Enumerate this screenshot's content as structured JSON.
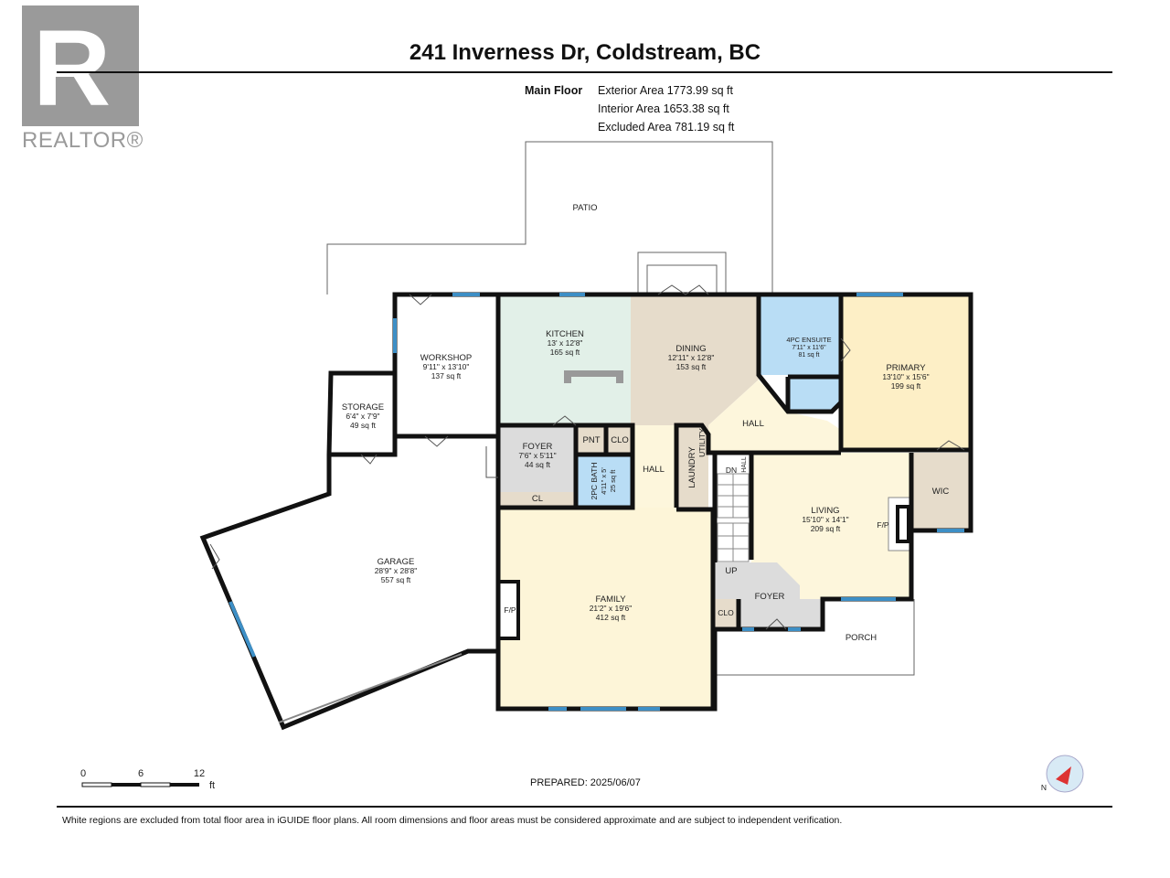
{
  "logo": {
    "letter": "R",
    "wordmark": "REALTOR®"
  },
  "header": {
    "title": "241 Inverness Dr, Coldstream, BC"
  },
  "floor": {
    "name": "Main Floor",
    "exterior_area": "Exterior Area 1773.99 sq ft",
    "interior_area": "Interior Area 1653.38 sq ft",
    "excluded_area": "Excluded Area 781.19 sq ft"
  },
  "rooms": {
    "patio": {
      "name": "PATIO"
    },
    "workshop": {
      "name": "WORKSHOP",
      "dims": "9'11\" x 13'10\"",
      "area": "137 sq ft"
    },
    "storage": {
      "name": "STORAGE",
      "dims": "6'4\" x 7'9\"",
      "area": "49 sq ft"
    },
    "kitchen": {
      "name": "KITCHEN",
      "dims": "13' x 12'8\"",
      "area": "165 sq ft"
    },
    "dining": {
      "name": "DINING",
      "dims": "12'11\" x 12'8\"",
      "area": "153 sq ft"
    },
    "ensuite": {
      "name": "4PC ENSUITE",
      "dims": "7'11\" x 11'6\"",
      "area": "81 sq ft"
    },
    "primary": {
      "name": "PRIMARY",
      "dims": "13'10\" x 15'6\"",
      "area": "199 sq ft"
    },
    "hall_upper": {
      "name": "HALL"
    },
    "foyer_west": {
      "name": "FOYER",
      "dims": "7'6\" x 5'11\"",
      "area": "44 sq ft"
    },
    "pnt": {
      "name": "PNT"
    },
    "clo_upper": {
      "name": "CLO"
    },
    "bath2": {
      "name": "2PC BATH",
      "dims": "4'11\" x 5'",
      "area": "25 sq ft"
    },
    "cl": {
      "name": "CL"
    },
    "hall_mid": {
      "name": "HALL"
    },
    "laundry": {
      "name": "LAUNDRY"
    },
    "utility": {
      "name": "UTILITY"
    },
    "dn": {
      "name": "DN"
    },
    "hall_small": {
      "name": "HALL"
    },
    "up": {
      "name": "UP"
    },
    "living": {
      "name": "LIVING",
      "dims": "15'10\" x 14'1\"",
      "area": "209 sq ft"
    },
    "fp_living": {
      "name": "F/P"
    },
    "wic": {
      "name": "WIC"
    },
    "garage": {
      "name": "GARAGE",
      "dims": "28'9\" x 28'8\"",
      "area": "557 sq ft"
    },
    "family": {
      "name": "FAMILY",
      "dims": "21'2\" x 19'6\"",
      "area": "412 sq ft"
    },
    "fp_family": {
      "name": "F/P"
    },
    "foyer_east": {
      "name": "FOYER"
    },
    "clo_lower": {
      "name": "CLO"
    },
    "porch": {
      "name": "PORCH"
    }
  },
  "scale": {
    "ticks": [
      "0",
      "6",
      "12"
    ],
    "unit": "ft"
  },
  "prepared": "PREPARED: 2025/06/07",
  "compass": {
    "label": "N"
  },
  "disclaimer": "White regions are excluded from total floor area in iGUIDE floor plans. All room dimensions and floor areas must be considered approximate and are subject to independent verification.",
  "colors": {
    "wall": "#111111",
    "window": "#3d8fc6",
    "kitchen": "#e2f0e8",
    "dining": "#e6dccb",
    "bath": "#b9ddf5",
    "primary": "#fdefc6",
    "cream": "#fdf6dc",
    "foyer": "#dcdcdc"
  }
}
